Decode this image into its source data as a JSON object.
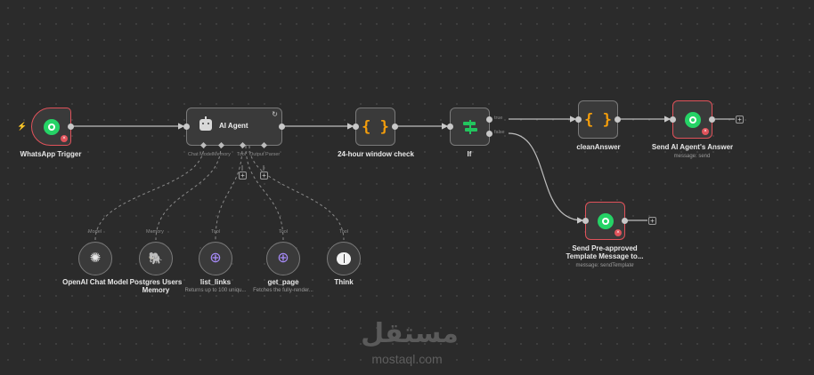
{
  "nodes": {
    "whatsapp_trigger": {
      "label": "WhatsApp Trigger"
    },
    "ai_agent": {
      "label": "AI Agent",
      "ports": [
        "Chat Model",
        "Memory",
        "Tool",
        "Output Parser"
      ]
    },
    "window_check": {
      "label": "24-hour window check"
    },
    "if_node": {
      "label": "If",
      "branches": [
        "true",
        "false"
      ]
    },
    "clean_answer": {
      "label": "cleanAnswer"
    },
    "send_answer": {
      "label": "Send AI Agent's Answer",
      "subtitle": "message: send"
    },
    "send_template": {
      "label_line1": "Send Pre-approved",
      "label_line2": "Template Message to...",
      "subtitle": "message: sendTemplate"
    }
  },
  "sub_nodes": [
    {
      "port": "Model",
      "label": "OpenAI Chat Model",
      "label2": "",
      "subtitle": "",
      "icon": "openai-icon"
    },
    {
      "port": "Memory",
      "label": "Postgres Users",
      "label2": "Memory",
      "subtitle": "",
      "icon": "postgres-icon"
    },
    {
      "port": "Tool",
      "label": "list_links",
      "label2": "",
      "subtitle": "Returns up to 100 uniqu...",
      "icon": "globe-icon"
    },
    {
      "port": "Tool",
      "label": "get_page",
      "label2": "",
      "subtitle": "Fetches the fully-render...",
      "icon": "globe-icon"
    },
    {
      "port": "Tool",
      "label": "Think",
      "label2": "",
      "subtitle": "",
      "icon": "brain-icon"
    }
  ],
  "icons": {
    "plus": "+",
    "refresh": "↻",
    "bolt": "⚡",
    "error": "×",
    "brace": "{ }",
    "openai": "✺",
    "postgres": "🐘",
    "globe": "⊕"
  },
  "watermark": {
    "arabic": "مستقل",
    "latin": "mostaql.com"
  },
  "colors": {
    "background": "#2b2b2b",
    "error": "#e0525a",
    "whatsapp": "#25d366",
    "code": "#f59e0b",
    "if": "#22c55e",
    "tool": "#a78bfa"
  }
}
